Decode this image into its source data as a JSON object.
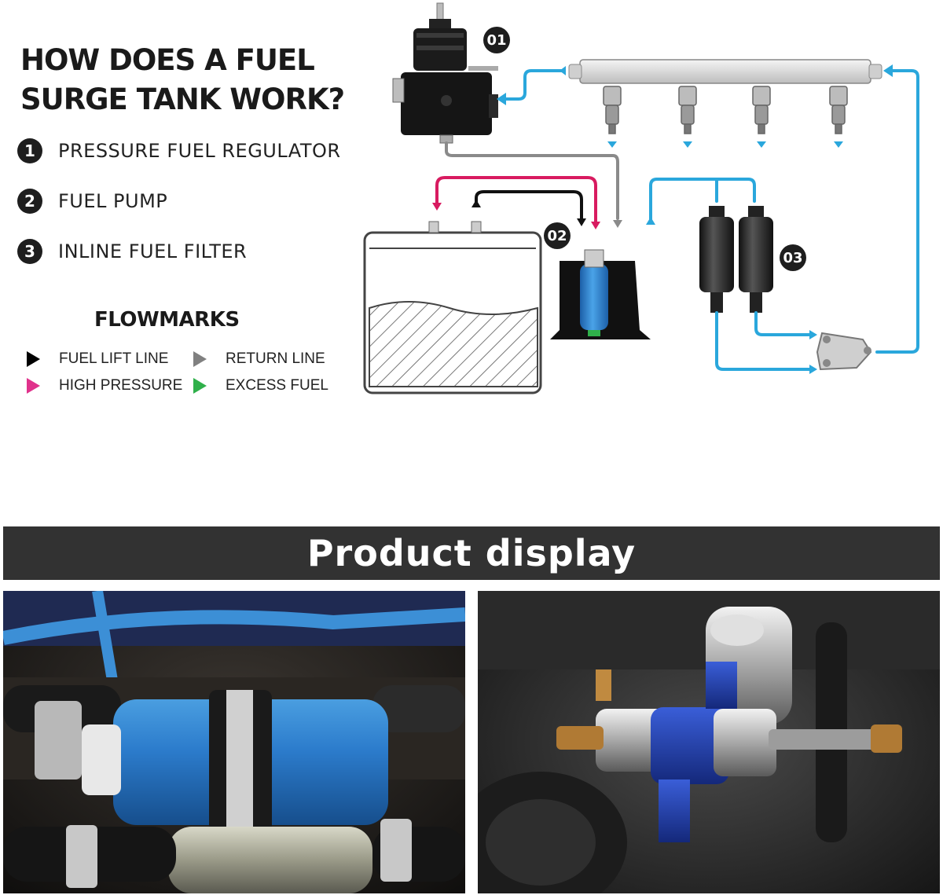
{
  "title_line1": "HOW DOES A FUEL",
  "title_line2": "SURGE TANK WORK?",
  "legend": [
    {
      "num": "1",
      "label": "PRESSURE FUEL REGULATOR"
    },
    {
      "num": "2",
      "label": "FUEL PUMP"
    },
    {
      "num": "3",
      "label": "INLINE FUEL FILTER"
    }
  ],
  "flowmarks": {
    "title": "FLOWMARKS",
    "items": [
      {
        "label": "FUEL LIFT LINE",
        "color": "#000000"
      },
      {
        "label": "RETURN LINE",
        "color": "#808080"
      },
      {
        "label": "HIGH PRESSURE",
        "color": "#e0328c"
      },
      {
        "label": "EXCESS FUEL",
        "color": "#2fb04a"
      }
    ]
  },
  "callouts": [
    "01",
    "02",
    "03"
  ],
  "banner": "Product display",
  "colors": {
    "blue_line": "#2aa7dc",
    "pink_line": "#d81b60",
    "gray_line": "#8a8a8a",
    "black_line": "#111111",
    "pump_blue": "#2f7fcf"
  }
}
